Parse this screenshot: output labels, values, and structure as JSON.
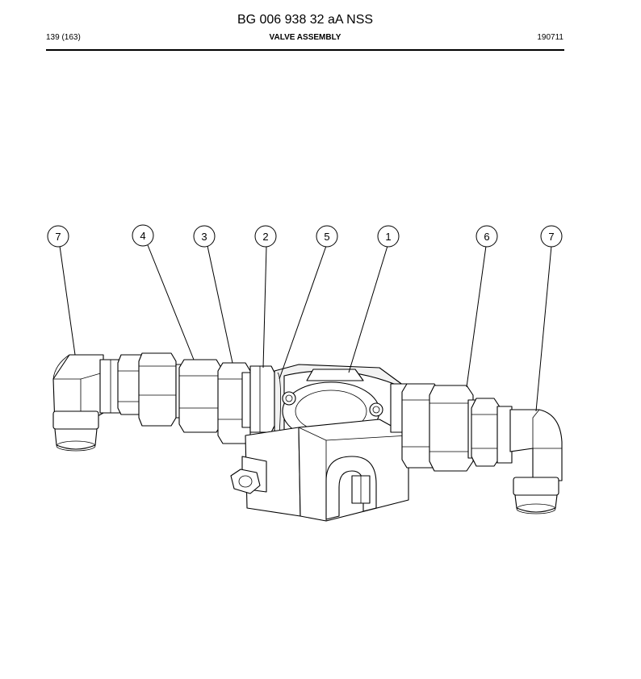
{
  "header": {
    "document_number": "BG 006 938 32 aA NSS",
    "page_info": "139 (163)",
    "section_title": "VALVE ASSEMBLY",
    "revision_code": "190711"
  },
  "callouts": [
    {
      "id": "c1",
      "label": "7"
    },
    {
      "id": "c2",
      "label": "4"
    },
    {
      "id": "c3",
      "label": "3"
    },
    {
      "id": "c4",
      "label": "2"
    },
    {
      "id": "c5",
      "label": "5"
    },
    {
      "id": "c6",
      "label": "1"
    },
    {
      "id": "c7",
      "label": "6"
    },
    {
      "id": "c8",
      "label": "7"
    }
  ]
}
